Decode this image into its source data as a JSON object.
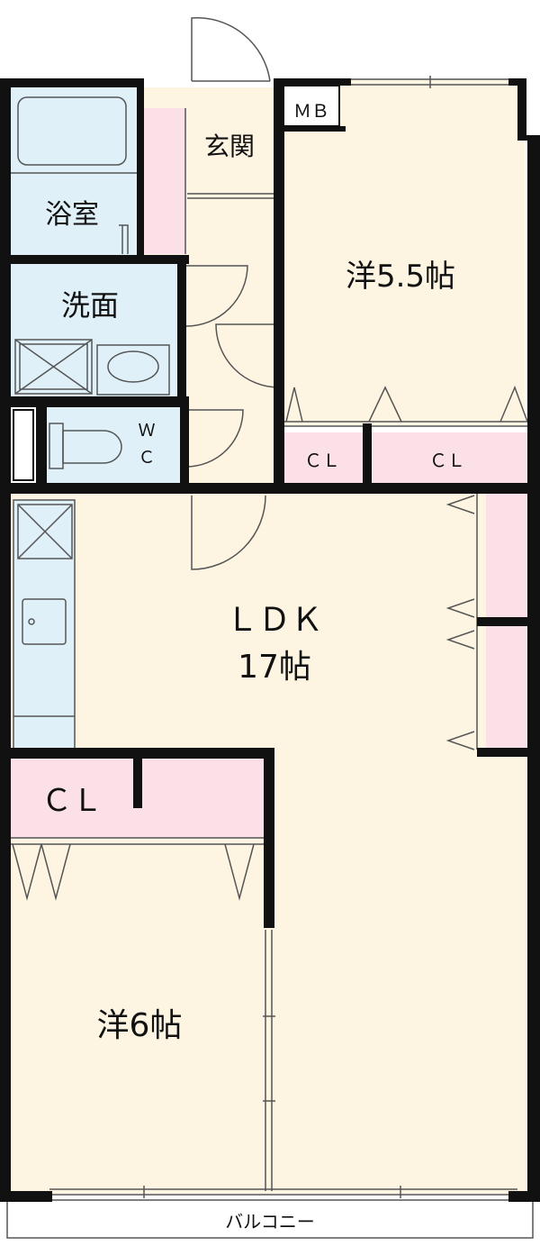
{
  "rooms": {
    "bath": "浴室",
    "entrance": "玄関",
    "mb": "ＭＢ",
    "western_a": "洋5.5帖",
    "washroom": "洗面",
    "wc": [
      "Ｗ",
      "Ｃ"
    ],
    "closet_a": "ＣＬ",
    "closet_b": "ＣＬ",
    "ldk_name": "ＬＤＫ",
    "ldk_size": "17帖",
    "closet_c": "ＣＬ",
    "western_b": "洋6帖",
    "balcony": "バルコニー"
  },
  "colors": {
    "wall": "#111111",
    "floor": "#fdf5e1",
    "wet": "#dff0f9",
    "closet": "#fbe0e8",
    "line": "#555555"
  }
}
